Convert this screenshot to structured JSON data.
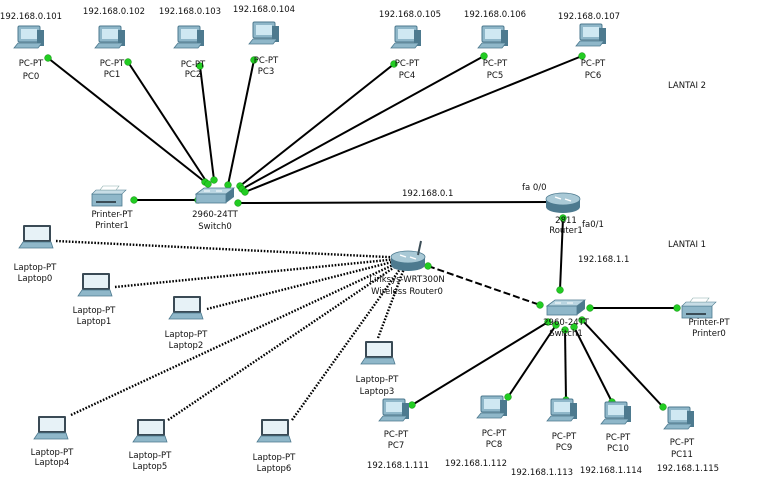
{
  "area_labels": {
    "floor_2": "LANTAI 2",
    "floor_1": "LANTAI 1"
  },
  "colors": {
    "link": "#000000",
    "port_up": "#22cc22",
    "device_body": "#8fb7c9",
    "device_dark": "#4d7a8f",
    "screen": "#cfe8f2"
  },
  "devices": [
    {
      "id": "pc0",
      "type": "pc",
      "model": "PC-PT",
      "name": "PC0",
      "ip": "192.168.0.101"
    },
    {
      "id": "pc1",
      "type": "pc",
      "model": "PC-PT",
      "name": "PC1",
      "ip": "192.168.0.102"
    },
    {
      "id": "pc2",
      "type": "pc",
      "model": "PC-PT",
      "name": "PC2",
      "ip": "192.168.0.103"
    },
    {
      "id": "pc3",
      "type": "pc",
      "model": "PC-PT",
      "name": "PC3",
      "ip": "192.168.0.104"
    },
    {
      "id": "pc4",
      "type": "pc",
      "model": "PC-PT",
      "name": "PC4",
      "ip": "192.168.0.105"
    },
    {
      "id": "pc5",
      "type": "pc",
      "model": "PC-PT",
      "name": "PC5",
      "ip": "192.168.0.106"
    },
    {
      "id": "pc6",
      "type": "pc",
      "model": "PC-PT",
      "name": "PC6",
      "ip": "192.168.0.107"
    },
    {
      "id": "switch0",
      "type": "switch",
      "model": "2960-24TT",
      "name": "Switch0"
    },
    {
      "id": "printer1",
      "type": "printer",
      "model": "Printer-PT",
      "name": "Printer1"
    },
    {
      "id": "router1",
      "type": "router",
      "model": "2811",
      "name": "Router1"
    },
    {
      "id": "wrouter0",
      "type": "wrouter",
      "model": "Linksys-WRT300N",
      "name": "Wireless Router0"
    },
    {
      "id": "switch1",
      "type": "switch",
      "model": "2960-24TT",
      "name": "Switch1"
    },
    {
      "id": "printer0",
      "type": "printer",
      "model": "Printer-PT",
      "name": "Printer0"
    },
    {
      "id": "laptop0",
      "type": "laptop",
      "model": "Laptop-PT",
      "name": "Laptop0"
    },
    {
      "id": "laptop1",
      "type": "laptop",
      "model": "Laptop-PT",
      "name": "Laptop1"
    },
    {
      "id": "laptop2",
      "type": "laptop",
      "model": "Laptop-PT",
      "name": "Laptop2"
    },
    {
      "id": "laptop3",
      "type": "laptop",
      "model": "Laptop-PT",
      "name": "Laptop3"
    },
    {
      "id": "laptop4",
      "type": "laptop",
      "model": "Laptop-PT",
      "name": "Laptop4"
    },
    {
      "id": "laptop5",
      "type": "laptop",
      "model": "Laptop-PT",
      "name": "Laptop5"
    },
    {
      "id": "laptop6",
      "type": "laptop",
      "model": "Laptop-PT",
      "name": "Laptop6"
    },
    {
      "id": "pc7",
      "type": "pc",
      "model": "PC-PT",
      "name": "PC7",
      "ip": "192.168.1.111"
    },
    {
      "id": "pc8",
      "type": "pc",
      "model": "PC-PT",
      "name": "PC8",
      "ip": "192.168.1.112"
    },
    {
      "id": "pc9",
      "type": "pc",
      "model": "PC-PT",
      "name": "PC9",
      "ip": "192.168.1.113"
    },
    {
      "id": "pc10",
      "type": "pc",
      "model": "PC-PT",
      "name": "PC10",
      "ip": "192.168.1.114"
    },
    {
      "id": "pc11",
      "type": "pc",
      "model": "PC-PT",
      "name": "PC11",
      "ip": "192.168.1.115"
    }
  ],
  "links": [
    {
      "from": "pc0",
      "to": "switch0",
      "style": "solid"
    },
    {
      "from": "pc1",
      "to": "switch0",
      "style": "solid"
    },
    {
      "from": "pc2",
      "to": "switch0",
      "style": "solid"
    },
    {
      "from": "pc3",
      "to": "switch0",
      "style": "solid"
    },
    {
      "from": "pc4",
      "to": "switch0",
      "style": "solid"
    },
    {
      "from": "pc5",
      "to": "switch0",
      "style": "solid"
    },
    {
      "from": "pc6",
      "to": "switch0",
      "style": "solid"
    },
    {
      "from": "printer1",
      "to": "switch0",
      "style": "solid"
    },
    {
      "from": "switch0",
      "to": "router1",
      "style": "solid",
      "label": "192.168.0.1",
      "to_port": "fa 0/0"
    },
    {
      "from": "router1",
      "to": "switch1",
      "style": "solid",
      "label": "192.168.1.1",
      "from_port": "fa0/1"
    },
    {
      "from": "wrouter0",
      "to": "switch1",
      "style": "dashed"
    },
    {
      "from": "switch1",
      "to": "printer0",
      "style": "solid"
    },
    {
      "from": "switch1",
      "to": "pc7",
      "style": "solid"
    },
    {
      "from": "switch1",
      "to": "pc8",
      "style": "solid"
    },
    {
      "from": "switch1",
      "to": "pc9",
      "style": "solid"
    },
    {
      "from": "switch1",
      "to": "pc10",
      "style": "solid"
    },
    {
      "from": "switch1",
      "to": "pc11",
      "style": "solid"
    },
    {
      "from": "laptop0",
      "to": "wrouter0",
      "style": "wireless"
    },
    {
      "from": "laptop1",
      "to": "wrouter0",
      "style": "wireless"
    },
    {
      "from": "laptop2",
      "to": "wrouter0",
      "style": "wireless"
    },
    {
      "from": "laptop3",
      "to": "wrouter0",
      "style": "wireless"
    },
    {
      "from": "laptop4",
      "to": "wrouter0",
      "style": "wireless"
    },
    {
      "from": "laptop5",
      "to": "wrouter0",
      "style": "wireless"
    },
    {
      "from": "laptop6",
      "to": "wrouter0",
      "style": "wireless"
    }
  ]
}
